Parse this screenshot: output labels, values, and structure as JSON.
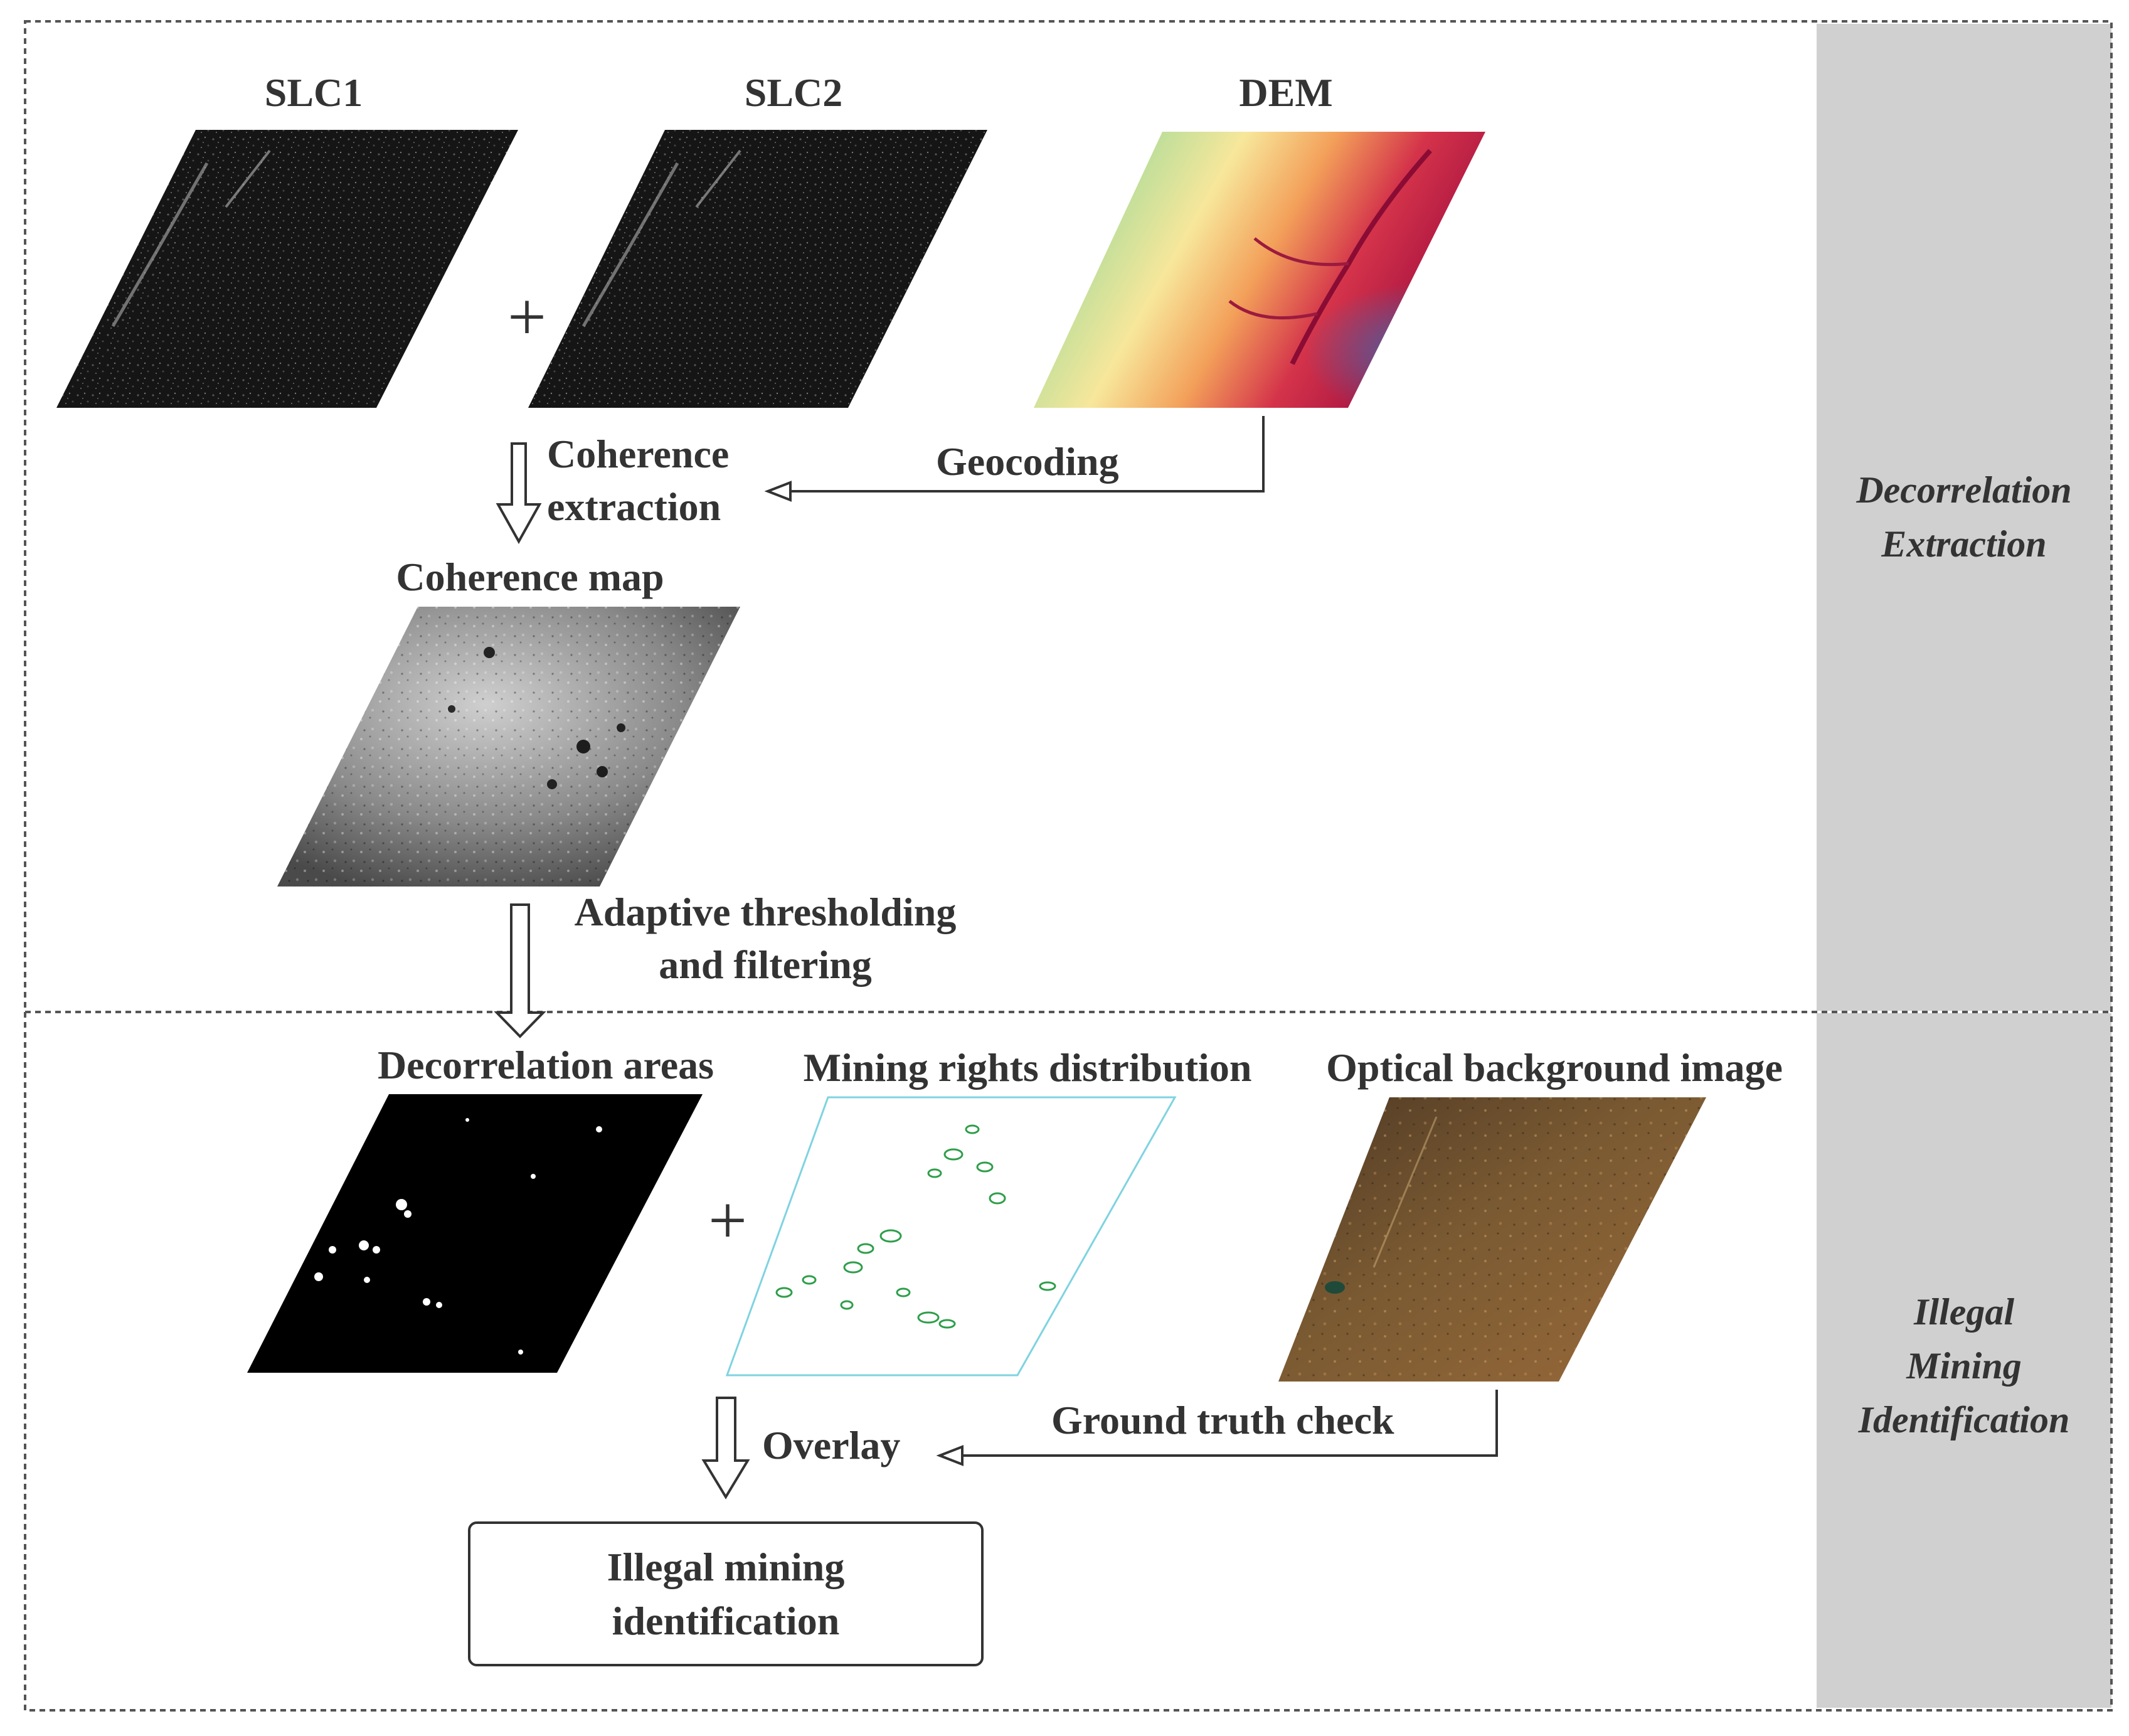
{
  "stages": {
    "decorrelation_extraction": [
      "Decorrelation",
      "Extraction"
    ],
    "illegal_mining_identification": [
      "Illegal",
      "Mining",
      "Identification"
    ]
  },
  "inputs": {
    "slc1": "SLC1",
    "slc2": "SLC2",
    "dem": "DEM"
  },
  "steps": {
    "coherence_extraction": [
      "Coherence",
      "extraction"
    ],
    "geocoding": "Geocoding",
    "coherence_map": "Coherence map",
    "adaptive_thresholding": [
      "Adaptive thresholding",
      "and filtering"
    ],
    "decorrelation_areas": "Decorrelation areas",
    "mining_rights_distribution": "Mining rights distribution",
    "optical_background_image": "Optical background image",
    "ground_truth_check": "Ground truth check",
    "overlay": "Overlay"
  },
  "result": [
    "Illegal mining",
    "identification"
  ],
  "operators": {
    "plus_top": "+",
    "plus_bottom": "+"
  },
  "colors": {
    "frame": "#555555",
    "stage_panel": "#d0d0d0",
    "arrow": "#333333",
    "mining_outline": "#7fd3e0",
    "mining_polygons": "#2e9e4a"
  }
}
